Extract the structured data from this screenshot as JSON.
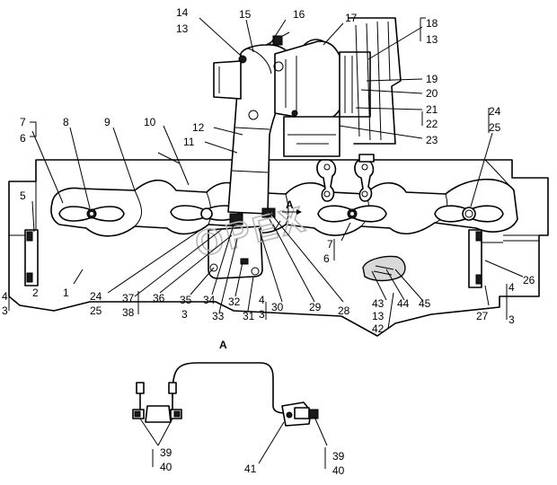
{
  "watermark": "OPEX",
  "section_marker": "A",
  "detail_view": {
    "title": "A"
  },
  "callouts": {
    "c1": "1",
    "c2": "2",
    "c3a": "3",
    "c3b": "3",
    "c3c": "3",
    "c3d": "3",
    "c4a": "4",
    "c4b": "4",
    "c4c": "4",
    "c5": "5",
    "c6a": "6",
    "c6b": "6",
    "c7a": "7",
    "c7b": "7",
    "c8": "8",
    "c9": "9",
    "c10": "10",
    "c11": "11",
    "c12": "12",
    "c13a": "13",
    "c13b": "13",
    "c13c": "13",
    "c14": "14",
    "c15": "15",
    "c16": "16",
    "c17": "17",
    "c18": "18",
    "c19": "19",
    "c20": "20",
    "c21": "21",
    "c22": "22",
    "c23": "23",
    "c24a": "24",
    "c24b": "24",
    "c25a": "25",
    "c25b": "25",
    "c26": "26",
    "c27": "27",
    "c28": "28",
    "c29": "29",
    "c30": "30",
    "c31": "31",
    "c32": "32",
    "c33": "33",
    "c34": "34",
    "c35": "35",
    "c36": "36",
    "c37": "37",
    "c38": "38",
    "c39a": "39",
    "c39b": "39",
    "c40a": "40",
    "c40b": "40",
    "c41": "41",
    "c42": "42",
    "c43": "43",
    "c44": "44",
    "c45": "45"
  }
}
